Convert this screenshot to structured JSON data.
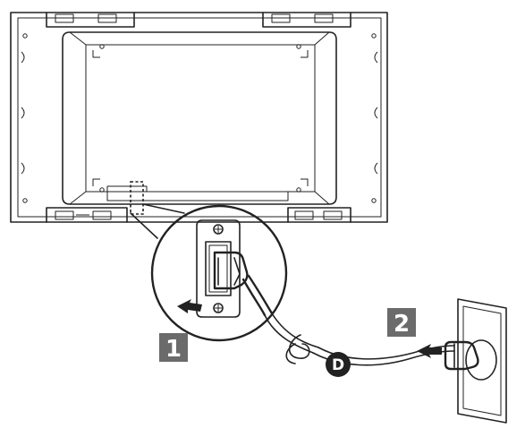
{
  "steps": [
    {
      "label": "1"
    },
    {
      "label": "2"
    }
  ],
  "callout": {
    "label": "D"
  },
  "colors": {
    "line": "#222222",
    "badge": "#6b6b6b",
    "badge_text": "#ffffff",
    "background": "#ffffff"
  }
}
